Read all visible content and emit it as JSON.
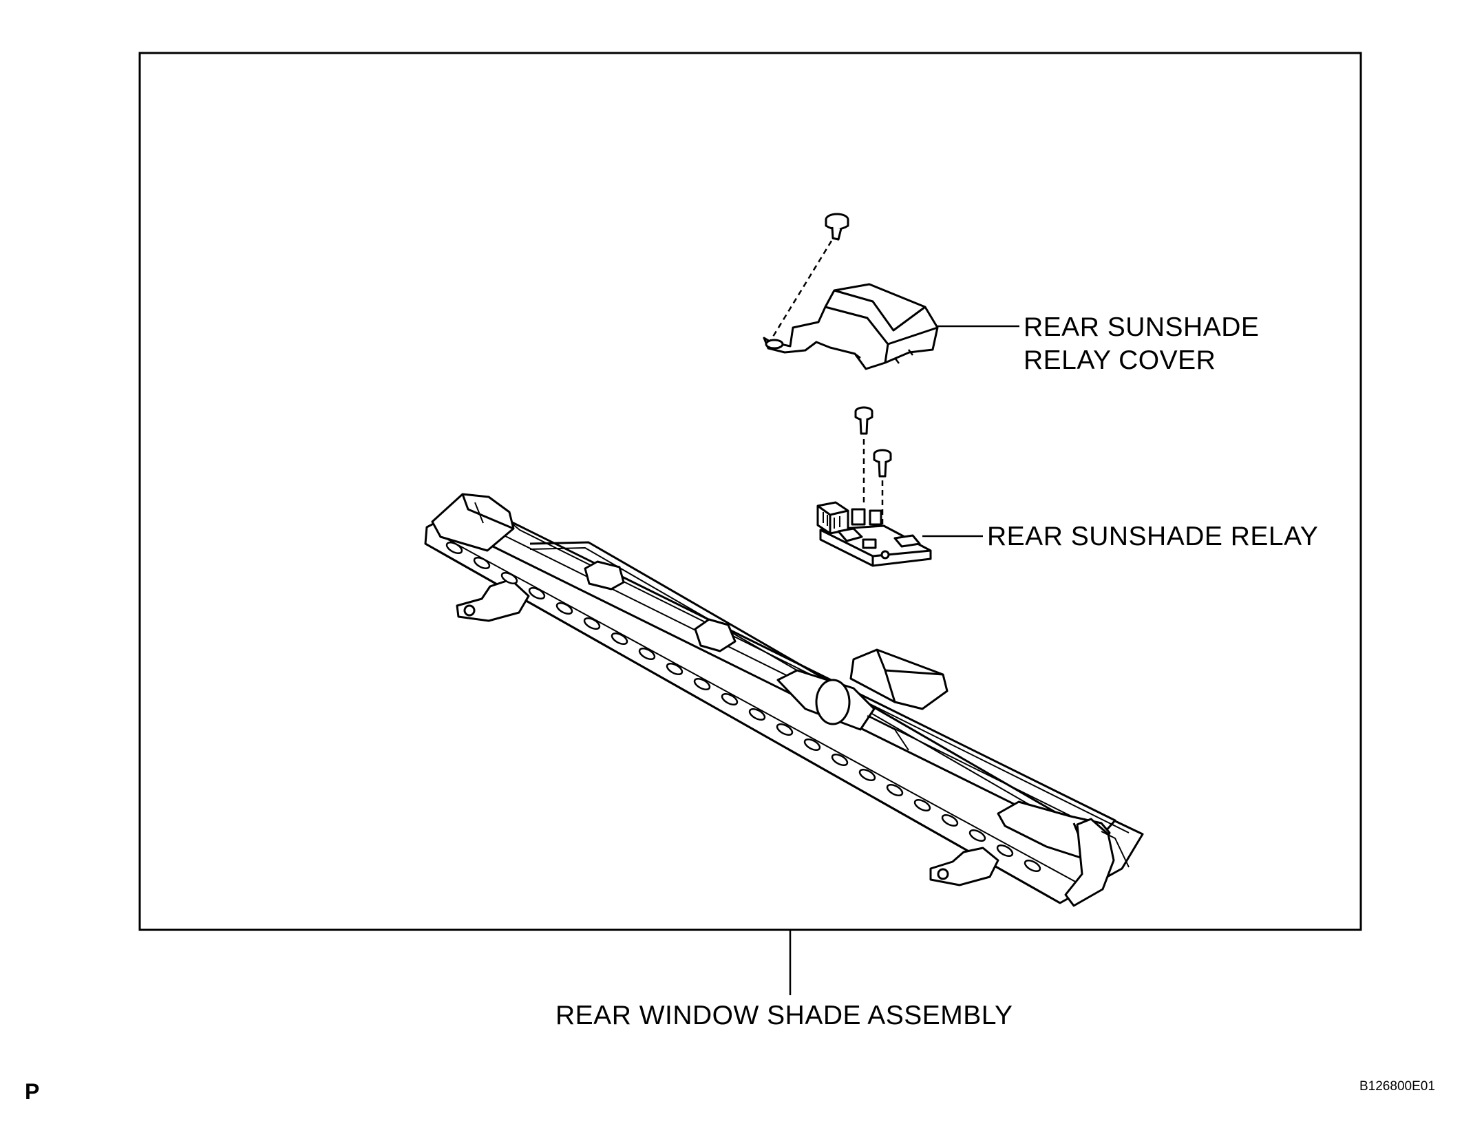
{
  "labels": {
    "relay_cover_line1": "REAR SUNSHADE",
    "relay_cover_line2": "RELAY COVER",
    "relay": "REAR SUNSHADE RELAY",
    "assembly": "REAR WINDOW SHADE ASSEMBLY"
  },
  "footer": {
    "page_marker": "P",
    "figure_code": "B126800E01"
  },
  "colors": {
    "line": "#000000",
    "background": "#ffffff"
  }
}
